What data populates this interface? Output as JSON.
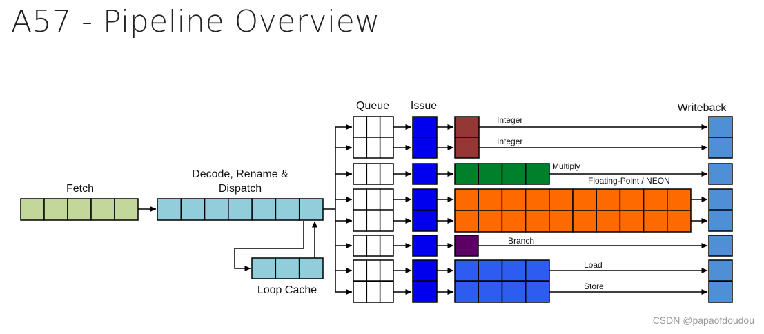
{
  "title": "A57 - Pipeline Overview",
  "watermark": "CSDN @papaofdoudou",
  "labels": {
    "fetch": "Fetch",
    "decode_line1": "Decode, Rename &",
    "decode_line2": "Dispatch",
    "loop_cache": "Loop Cache",
    "queue": "Queue",
    "issue": "Issue",
    "writeback": "Writeback",
    "integer_1": "Integer",
    "integer_2": "Integer",
    "multiply": "Multiply",
    "fp_neon": "Floating-Point / NEON",
    "branch": "Branch",
    "load": "Load",
    "store": "Store"
  },
  "colors": {
    "fetch": "#c4d79b",
    "decode": "#92cddc",
    "loop_cache": "#92cddc",
    "queue": "#ffffff",
    "issue": "#0000ee",
    "integer": "#953735",
    "multiply": "#00802a",
    "fp_neon": "#ff6a00",
    "branch": "#5c0066",
    "load_store": "#2e5cf0",
    "writeback": "#4f8fd6"
  }
}
